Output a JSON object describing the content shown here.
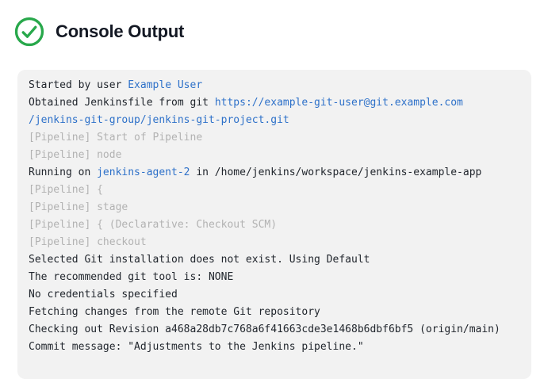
{
  "header": {
    "title": "Console Output",
    "status_icon": "check-circle-icon"
  },
  "colors": {
    "page_bg": "#ffffff",
    "panel_bg": "#f2f2f2",
    "text": "#21262d",
    "muted_text": "#b2b2b2",
    "link": "#2e71c9",
    "success_green": "#28a84b",
    "title_text": "#131823"
  },
  "console": {
    "lines": [
      {
        "segments": [
          {
            "kind": "plain",
            "text": "Started by user "
          },
          {
            "kind": "link",
            "text": "Example User"
          }
        ]
      },
      {
        "segments": [
          {
            "kind": "plain",
            "text": "Obtained Jenkinsfile from git "
          },
          {
            "kind": "link",
            "text": "https://example-git-user@git.example.com"
          }
        ]
      },
      {
        "segments": [
          {
            "kind": "link",
            "text": "/jenkins-git-group/jenkins-git-project.git"
          }
        ]
      },
      {
        "segments": [
          {
            "kind": "muted",
            "text": "[Pipeline] Start of Pipeline"
          }
        ]
      },
      {
        "segments": [
          {
            "kind": "muted",
            "text": "[Pipeline] node"
          }
        ]
      },
      {
        "segments": [
          {
            "kind": "plain",
            "text": "Running on "
          },
          {
            "kind": "link",
            "text": "jenkins-agent-2"
          },
          {
            "kind": "plain",
            "text": " in /home/jenkins/workspace/jenkins-example-app"
          }
        ]
      },
      {
        "segments": [
          {
            "kind": "muted",
            "text": "[Pipeline] {"
          }
        ]
      },
      {
        "segments": [
          {
            "kind": "muted",
            "text": "[Pipeline] stage"
          }
        ]
      },
      {
        "segments": [
          {
            "kind": "muted",
            "text": "[Pipeline] { (Declarative: Checkout SCM)"
          }
        ]
      },
      {
        "segments": [
          {
            "kind": "muted",
            "text": "[Pipeline] checkout"
          }
        ]
      },
      {
        "segments": [
          {
            "kind": "plain",
            "text": "Selected Git installation does not exist. Using Default"
          }
        ]
      },
      {
        "segments": [
          {
            "kind": "plain",
            "text": "The recommended git tool is: NONE"
          }
        ]
      },
      {
        "segments": [
          {
            "kind": "plain",
            "text": "No credentials specified"
          }
        ]
      },
      {
        "segments": [
          {
            "kind": "plain",
            "text": "Fetching changes from the remote Git repository"
          }
        ]
      },
      {
        "segments": [
          {
            "kind": "plain",
            "text": "Checking out Revision a468a28db7c768a6f41663cde3e1468b6dbf6bf5 (origin/main)"
          }
        ]
      },
      {
        "segments": [
          {
            "kind": "plain",
            "text": "Commit message: \"Adjustments to the Jenkins pipeline.\""
          }
        ]
      }
    ]
  }
}
